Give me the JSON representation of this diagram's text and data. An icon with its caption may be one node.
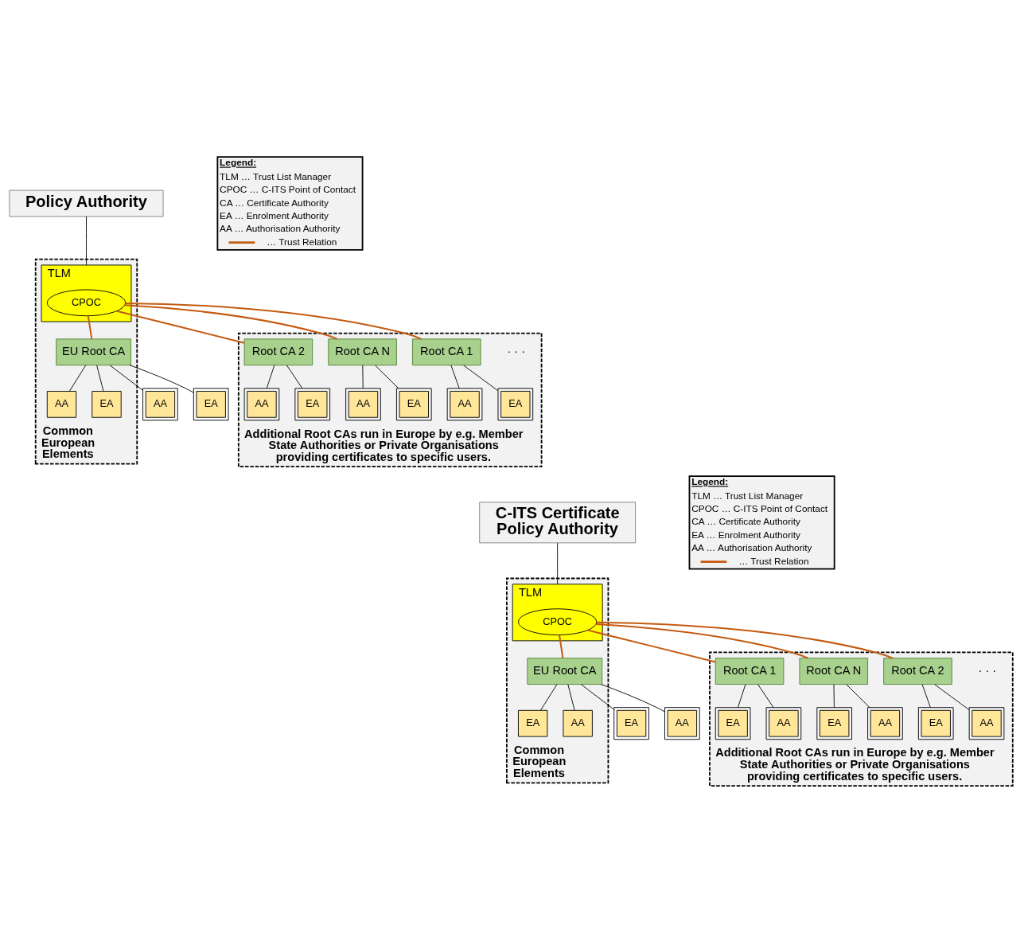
{
  "diagram": {
    "nodes": [
      {
        "text": [
          "Policy Authority"
        ]
      },
      {
        "text": [
          "Common European Elements"
        ]
      },
      {
        "text": [
          "TLM"
        ],
        "in": 1
      },
      {
        "text": [
          "CPOC"
        ],
        "in": 2
      },
      {
        "text": [
          "EU Root CA"
        ],
        "in": 1
      },
      {
        "text": [
          "EA"
        ],
        "in": 1
      },
      {
        "text": [
          "AA"
        ],
        "in": 1
      },
      {
        "text": [
          "EA"
        ]
      },
      {
        "text": [
          "AA"
        ]
      },
      {
        "text": [
          "Additional Root CAs run in Europe by e.g. Member State Authorities or Private Organisations providing certificates to specific users."
        ]
      },
      {
        "text": [
          "Root CA 1"
        ],
        "in": 9
      },
      {
        "text": [
          "EA"
        ],
        "in": 9
      },
      {
        "text": [
          "AA"
        ],
        "in": 9
      },
      {
        "text": [
          "Root CA 2"
        ],
        "in": 9
      },
      {
        "text": [
          "EA"
        ],
        "in": 9
      },
      {
        "text": [
          "AA"
        ],
        "in": 9
      },
      {
        "text": [
          "Root CA N"
        ],
        "in": 9
      },
      {
        "text": [
          "EA"
        ],
        "in": 9
      },
      {
        "text": [
          "AA"
        ],
        "in": 9
      },
      {
        "text": [
          "C-ITS Certificate Policy Authority"
        ]
      },
      {
        "text": [
          "Common European Elements"
        ]
      },
      {
        "text": [
          "TLM"
        ],
        "in": 20
      },
      {
        "text": [
          "CPOC"
        ],
        "in": 21
      },
      {
        "text": [
          "EU Root CA"
        ],
        "in": 20
      },
      {
        "text": [
          "EA"
        ],
        "in": 20
      },
      {
        "text": [
          "AA"
        ],
        "in": 20
      },
      {
        "text": [
          "EA"
        ]
      },
      {
        "text": [
          "AA"
        ]
      },
      {
        "text": [
          "Additional Root CAs run in Europe by e.g. Member State Authorities or Private Organisations providing certificates to specific users."
        ]
      },
      {
        "text": [
          "Root CA 1"
        ],
        "in": 28
      },
      {
        "text": [
          "EA"
        ],
        "in": 28
      },
      {
        "text": [
          "AA"
        ],
        "in": 28
      },
      {
        "text": [
          "Root CA 2"
        ],
        "in": 28
      },
      {
        "text": [
          "EA"
        ],
        "in": 28
      },
      {
        "text": [
          "AA"
        ],
        "in": 28
      },
      {
        "text": [
          "Root CA N"
        ],
        "in": 28
      },
      {
        "text": [
          "EA"
        ],
        "in": 28
      },
      {
        "text": [
          "AA"
        ],
        "in": 28
      }
    ],
    "edges": [
      {
        "from": 0,
        "to": 2,
        "arrow": "none"
      },
      {
        "from": 3,
        "to": 4,
        "arrow": "none",
        "color": "#c55a11"
      },
      {
        "from": 3,
        "to": 10,
        "arrow": "none",
        "color": "#c55a11"
      },
      {
        "from": 3,
        "to": 13,
        "arrow": "none",
        "color": "#c55a11"
      },
      {
        "from": 3,
        "to": 16,
        "arrow": "none",
        "color": "#c55a11"
      },
      {
        "from": 4,
        "to": 5,
        "arrow": "none"
      },
      {
        "from": 4,
        "to": 6,
        "arrow": "none"
      },
      {
        "from": 4,
        "to": 7,
        "arrow": "none"
      },
      {
        "from": 4,
        "to": 8,
        "arrow": "none"
      },
      {
        "from": 10,
        "to": 11,
        "arrow": "none"
      },
      {
        "from": 10,
        "to": 12,
        "arrow": "none"
      },
      {
        "from": 13,
        "to": 14,
        "arrow": "none"
      },
      {
        "from": 13,
        "to": 15,
        "arrow": "none"
      },
      {
        "from": 16,
        "to": 17,
        "arrow": "none"
      },
      {
        "from": 16,
        "to": 18,
        "arrow": "none"
      },
      {
        "from": 19,
        "to": 21,
        "arrow": "none"
      },
      {
        "from": 22,
        "to": 23,
        "arrow": "none",
        "color": "#c55a11"
      },
      {
        "from": 22,
        "to": 29,
        "arrow": "none",
        "color": "#c55a11"
      },
      {
        "from": 22,
        "to": 32,
        "arrow": "none",
        "color": "#c55a11"
      },
      {
        "from": 22,
        "to": 35,
        "arrow": "none",
        "color": "#c55a11"
      },
      {
        "from": 23,
        "to": 24,
        "arrow": "none"
      },
      {
        "from": 23,
        "to": 25,
        "arrow": "none"
      },
      {
        "from": 23,
        "to": 26,
        "arrow": "none"
      },
      {
        "from": 23,
        "to": 27,
        "arrow": "none"
      },
      {
        "from": 29,
        "to": 30,
        "arrow": "none"
      },
      {
        "from": 29,
        "to": 31,
        "arrow": "none"
      },
      {
        "from": 32,
        "to": 33,
        "arrow": "none"
      },
      {
        "from": 32,
        "to": 34,
        "arrow": "none"
      },
      {
        "from": 35,
        "to": 36,
        "arrow": "none"
      },
      {
        "from": 35,
        "to": 37,
        "arrow": "none"
      }
    ],
    "labels": [
      "Legend:",
      "· · ·",
      "Legend:",
      "· · ·"
    ],
    "legend": [
      {
        "text": "TLM … Trust List Manager"
      },
      {
        "text": "CPOC … C-ITS Point of Contact"
      },
      {
        "text": "CA … Certificate Authority"
      },
      {
        "text": "EA … Enrolment Authority"
      },
      {
        "text": "AA … Authorisation Authority"
      },
      {
        "text": "… Trust Relation"
      },
      {
        "text": "TLM … Trust List Manager"
      },
      {
        "text": "CPOC … C-ITS Point of Contact"
      },
      {
        "text": "CA … Certificate Authority"
      },
      {
        "text": "EA … Enrolment Authority"
      },
      {
        "text": "AA … Authorisation Authority"
      },
      {
        "text": "… Trust Relation"
      }
    ]
  }
}
